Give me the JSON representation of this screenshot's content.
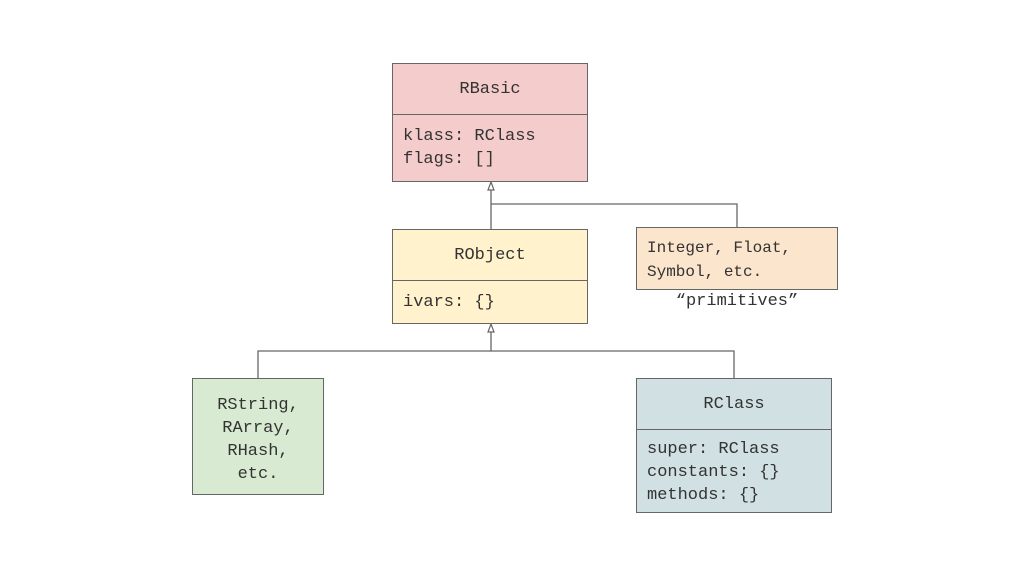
{
  "rbasic": {
    "title": "RBasic",
    "fields": [
      "klass: RClass",
      "flags: []"
    ]
  },
  "robject": {
    "title": "RObject",
    "fields": [
      "ivars: {}"
    ]
  },
  "primitives": {
    "lines": [
      "Integer, Float,",
      "Symbol, etc."
    ],
    "caption": "“primitives”"
  },
  "rstring": {
    "lines": [
      "RString,",
      "RArray,",
      "RHash,",
      "etc."
    ]
  },
  "rclass": {
    "title": "RClass",
    "fields": [
      "super: RClass",
      "constants: {}",
      "methods: {}"
    ]
  },
  "colors": {
    "rbasic": "#f4cccc",
    "robject": "#fff2cc",
    "primitives": "#fce5cd",
    "rstring": "#d9ead3",
    "rclass": "#d0e0e3",
    "line": "#666666"
  }
}
